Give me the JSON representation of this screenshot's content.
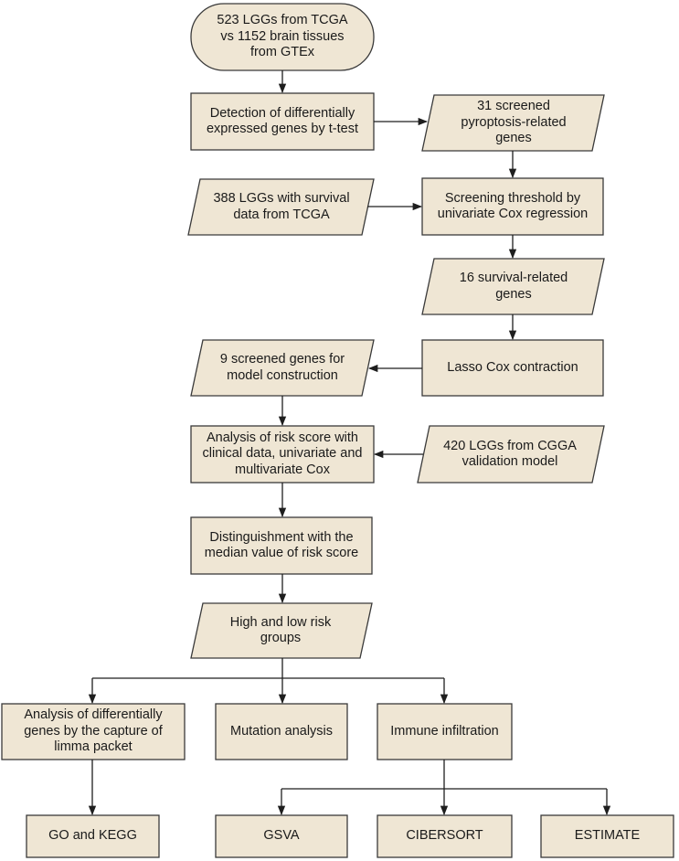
{
  "nodes": {
    "tcga_gtex": "523 LGGs from TCGA\nvs 1152 brain tissues\nfrom GTEx",
    "deg_ttest": "Detection of differentially\nexpressed genes by t-test",
    "pyroptosis_genes": "31 screened\npyroptosis-related\ngenes",
    "survival_data": "388 LGGs with survival\ndata from TCGA",
    "univariate_cox": "Screening threshold by\nunivariate Cox regression",
    "survival_genes": "16 survival-related\ngenes",
    "lasso_cox": "Lasso Cox contraction",
    "model_genes": "9 screened genes for\nmodel construction",
    "risk_analysis": "Analysis of risk score with\nclinical data, univariate and\nmultivariate Cox",
    "cgga_validation": "420 LGGs from CGGA\nvalidation model",
    "median_split": "Distinguishment with the\nmedian value of risk score",
    "risk_groups": "High and low risk\ngroups",
    "limma_analysis": "Analysis of differentially\ngenes by the capture of\nlimma packet",
    "mutation": "Mutation analysis",
    "immune": "Immune infiltration",
    "go_kegg": "GO and KEGG",
    "gsva": "GSVA",
    "cibersort": "CIBERSORT",
    "estimate": "ESTIMATE"
  },
  "colors": {
    "node_fill": "#efe6d4",
    "node_stroke": "#3a3a3a",
    "edge": "#1e1e1e"
  }
}
